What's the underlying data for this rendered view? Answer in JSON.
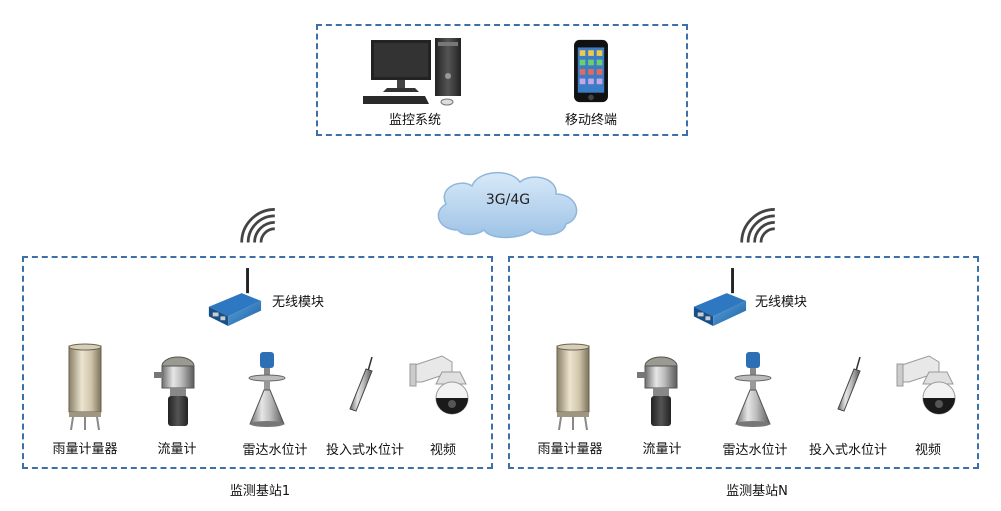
{
  "top": {
    "monitor_label": "监控系统",
    "mobile_label": "移动终端"
  },
  "network": {
    "cloud_label": "3G/4G"
  },
  "stations": [
    {
      "name": "监测基站1",
      "module_label": "无线模块",
      "devices": [
        {
          "label": "雨量计量器",
          "icon": "rain-gauge-icon"
        },
        {
          "label": "流量计",
          "icon": "flow-meter-icon"
        },
        {
          "label": "雷达水位计",
          "icon": "radar-level-icon"
        },
        {
          "label": "投入式水位计",
          "icon": "submersible-level-icon"
        },
        {
          "label": "视频",
          "icon": "camera-icon"
        }
      ]
    },
    {
      "name": "监测基站N",
      "module_label": "无线模块",
      "devices": [
        {
          "label": "雨量计量器",
          "icon": "rain-gauge-icon"
        },
        {
          "label": "流量计",
          "icon": "flow-meter-icon"
        },
        {
          "label": "雷达水位计",
          "icon": "radar-level-icon"
        },
        {
          "label": "投入式水位计",
          "icon": "submersible-level-icon"
        },
        {
          "label": "视频",
          "icon": "camera-icon"
        }
      ]
    }
  ],
  "colors": {
    "border": "#3d6fa9",
    "cloud_fill": "#b9d6f0"
  }
}
